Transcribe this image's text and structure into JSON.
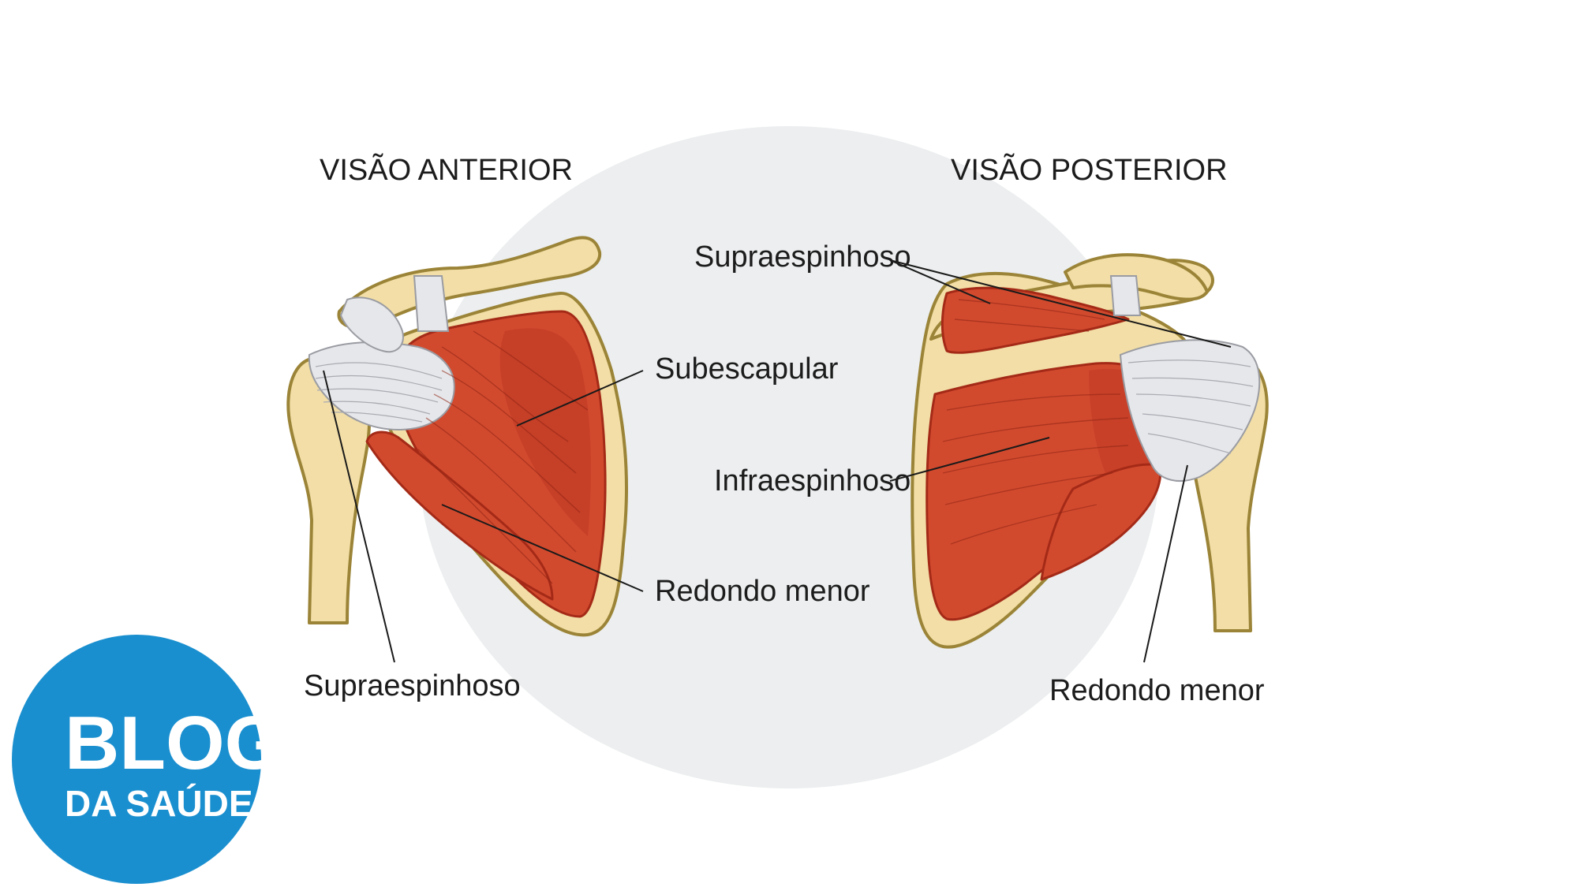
{
  "views": {
    "anterior_title": "VISÃO ANTERIOR",
    "posterior_title": "VISÃO POSTERIOR"
  },
  "anterior_labels": {
    "subescapular": "Subescapular",
    "redondo_menor": "Redondo menor",
    "supraespinhoso": "Supraespinhoso"
  },
  "posterior_labels": {
    "supraespinhoso": "Supraespinhoso",
    "infraespinhoso": "Infraespinhoso",
    "redondo_menor": "Redondo menor"
  },
  "logo": {
    "line1": "BLOG",
    "line2": "DA SAÚDE",
    "color": "#1a8fcf"
  },
  "colors": {
    "background_ellipse": "#eceeef",
    "muscle": "#d24a2e",
    "bone": "#f2dea6",
    "tendon": "#e6e7ea"
  },
  "icons": [
    "shoulder-anterior-illustration",
    "shoulder-posterior-illustration"
  ]
}
